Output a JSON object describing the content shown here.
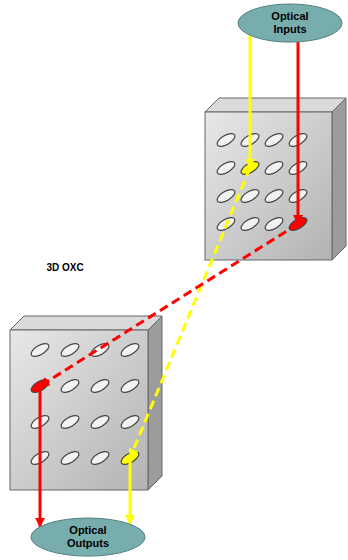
{
  "diagram": {
    "nodes": [
      {
        "text": [
          "Optical Inputs"
        ]
      },
      {
        "text": [
          "Optical Outputs"
        ]
      }
    ],
    "edges": [
      {
        "from": 0,
        "to": 1,
        "arrow": "to"
      },
      {
        "from": 0,
        "to": 1,
        "arrow": "to"
      }
    ],
    "labels": [
      "3D OXC"
    ]
  }
}
